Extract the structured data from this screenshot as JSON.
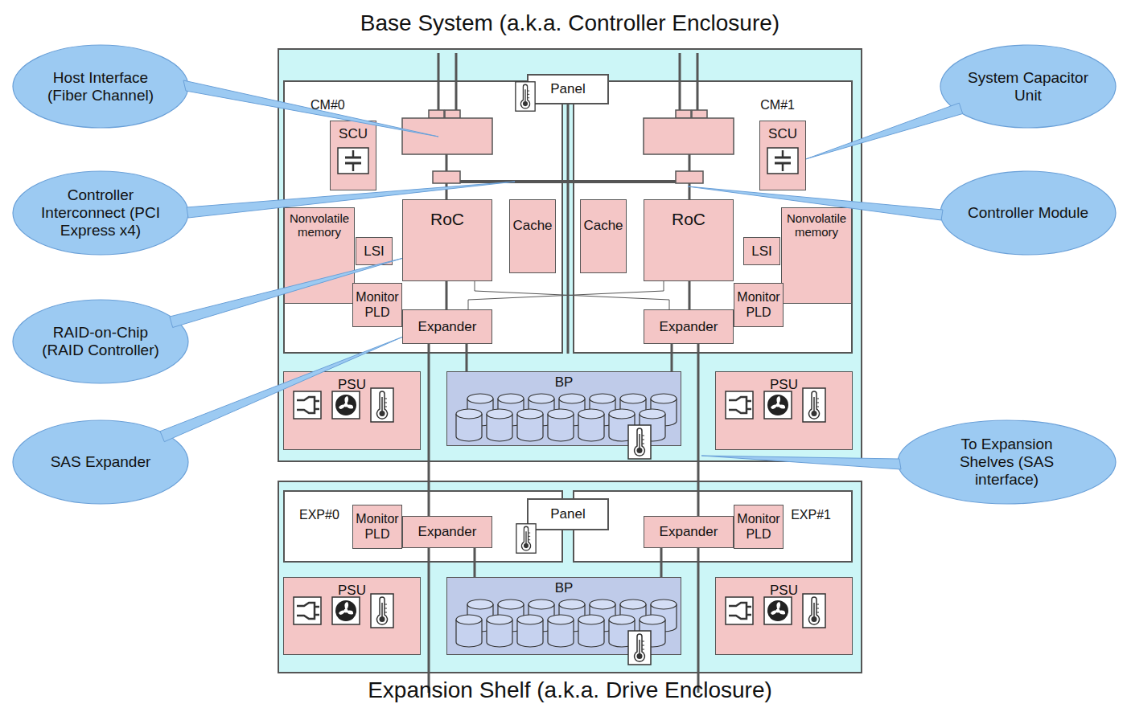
{
  "diagram": {
    "nodes": [
      {
        "text": [
          "Base System (a.k.a. Controller Enclosure)"
        ]
      },
      {
        "text": [
          "CM#0"
        ],
        "in": 0
      },
      {
        "text": [
          "SCU"
        ],
        "in": 1
      },
      {
        "text": [
          "RoC"
        ],
        "in": 1
      },
      {
        "text": [
          "Cache"
        ],
        "in": 1
      },
      {
        "text": [
          "Nonvolatile memory"
        ],
        "in": 1
      },
      {
        "text": [
          "LSI"
        ],
        "in": 1
      },
      {
        "text": [
          "Monitor PLD"
        ],
        "in": 1
      },
      {
        "text": [
          "Expander"
        ],
        "in": 1
      },
      {
        "text": [
          "CM#1"
        ],
        "in": 0
      },
      {
        "text": [
          "SCU"
        ],
        "in": 9
      },
      {
        "text": [
          "Cache"
        ],
        "in": 9
      },
      {
        "text": [
          "RoC"
        ],
        "in": 9
      },
      {
        "text": [
          "LSI"
        ],
        "in": 9
      },
      {
        "text": [
          "Nonvolatile memory"
        ],
        "in": 9
      },
      {
        "text": [
          "Monitor PLD"
        ],
        "in": 9
      },
      {
        "text": [
          "Expander"
        ],
        "in": 9
      },
      {
        "text": [
          "Panel"
        ],
        "in": 0
      },
      {
        "text": [
          "PSU"
        ],
        "in": 0
      },
      {
        "text": [
          "BP"
        ],
        "in": 0
      },
      {
        "text": [
          "PSU"
        ],
        "in": 0
      },
      {
        "text": [
          "Expansion Shelf (a.k.a. Drive Enclosure)"
        ]
      },
      {
        "text": [
          "EXP#0"
        ],
        "in": 21
      },
      {
        "text": [
          "Monitor PLD"
        ],
        "in": 22
      },
      {
        "text": [
          "Expander"
        ],
        "in": 22
      },
      {
        "text": [
          "EXP#1"
        ],
        "in": 21
      },
      {
        "text": [
          "Expander"
        ],
        "in": 25
      },
      {
        "text": [
          "Monitor PLD"
        ],
        "in": 25
      },
      {
        "text": [
          "Panel"
        ],
        "in": 21
      },
      {
        "text": [
          "PSU"
        ],
        "in": 21
      },
      {
        "text": [
          "BP"
        ],
        "in": 21
      },
      {
        "text": [
          "PSU"
        ],
        "in": 21
      },
      {
        "text": [
          "Host Interface (Fiber Channel)"
        ]
      },
      {
        "text": [
          "System Capacitor Unit"
        ]
      },
      {
        "text": [
          "Controller Interconnect (PCI Express x4)"
        ]
      },
      {
        "text": [
          "Controller Module"
        ]
      },
      {
        "text": [
          "RAID-on-Chip (RAID Controller)"
        ]
      },
      {
        "text": [
          "SAS Expander"
        ]
      },
      {
        "text": [
          "To Expansion Shelves (SAS interface)"
        ]
      }
    ],
    "edges": [
      {
        "from": 3,
        "to": 8,
        "arrow": "none"
      },
      {
        "from": 12,
        "to": 16,
        "arrow": "none"
      },
      {
        "from": 3,
        "to": 16,
        "arrow": "none"
      },
      {
        "from": 12,
        "to": 8,
        "arrow": "none"
      },
      {
        "from": 8,
        "to": 19,
        "arrow": "none"
      },
      {
        "from": 16,
        "to": 19,
        "arrow": "none"
      },
      {
        "from": 8,
        "to": 24,
        "arrow": "none"
      },
      {
        "from": 16,
        "to": 26,
        "arrow": "none"
      },
      {
        "from": 24,
        "to": 30,
        "arrow": "none"
      },
      {
        "from": 26,
        "to": 30,
        "arrow": "none"
      },
      {
        "from": 33,
        "to": 10,
        "arrow": "none"
      },
      {
        "from": 36,
        "to": 3,
        "arrow": "none"
      },
      {
        "from": 37,
        "to": 8,
        "arrow": "none"
      }
    ]
  }
}
